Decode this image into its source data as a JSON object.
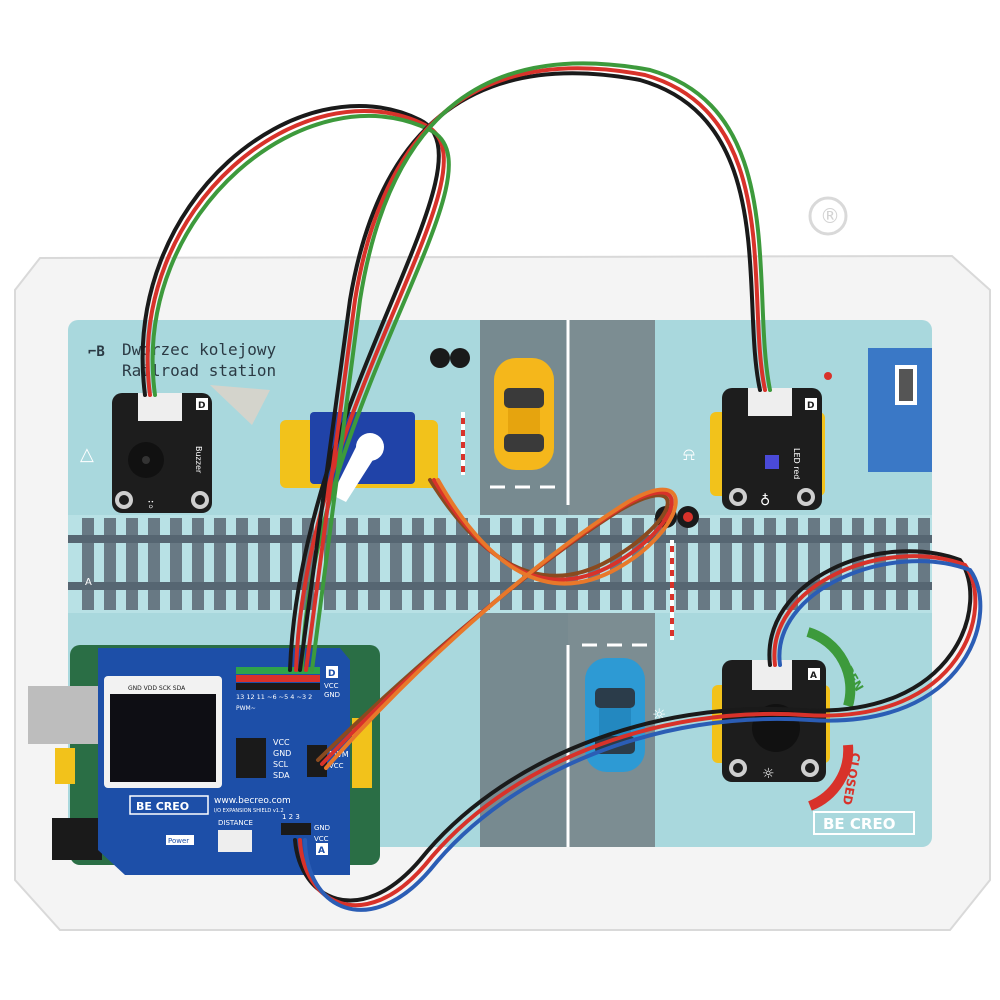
{
  "board": {
    "title_pl": "Dworzec kolejowy",
    "title_en": "Railroad station",
    "corner_a": "A",
    "brand": "BE CREO",
    "open_label": "OPEN",
    "closed_label": "CLOSED"
  },
  "modules": {
    "buzzer": {
      "label": "Buzzer",
      "port": "D"
    },
    "led": {
      "label": "LED red",
      "port": "D"
    },
    "pot": {
      "port": "A"
    }
  },
  "shield": {
    "brand": "BE CREO",
    "website": "www.becreo.com",
    "subtitle": "I/O EXPANSION SHIELD v1.2",
    "oled_pins": "GND VDD SCK SDA",
    "pwm_pins": "13 12 11 ~6 ~5 4 ~3 2",
    "pwm_tilde": "PWM~",
    "port_d": "D",
    "vcc": "VCC",
    "gnd": "GND",
    "i2c_pins": [
      "VCC",
      "GND",
      "SCL",
      "SDA"
    ],
    "pwm": "PWM",
    "distance": "DISTANCE",
    "power": "Power",
    "analog_pins": "1 2 3",
    "analog_gnd": "GND",
    "analog_vcc": "VCC",
    "port_a": "A"
  },
  "watermark": "®",
  "colors": {
    "board_blue": "#a9d8dd",
    "road": "#7c8d92",
    "rail": "#687984",
    "shield_blue": "#1d4fa8",
    "arduino_green": "#2a6e45",
    "module_black": "#1d1d1d",
    "module_yellow": "#f2c21b",
    "wire_red": "#d8322a",
    "wire_green": "#3d9a3c",
    "wire_black": "#1a1a1a",
    "wire_orange": "#e8782a",
    "wire_brown": "#8a4a1f",
    "wire_blue": "#2b5db5",
    "car_yellow": "#f5b71b",
    "car_blue": "#2d9ad4"
  }
}
